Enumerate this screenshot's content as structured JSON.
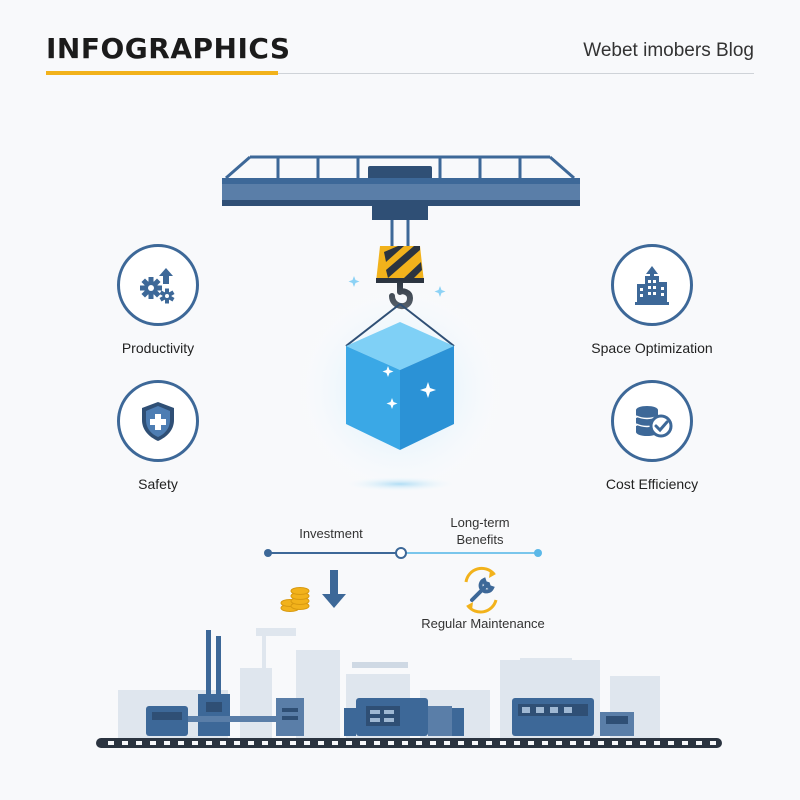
{
  "header": {
    "title": "INFOGRAPHICS",
    "blog": "Webet imobers Blog"
  },
  "features": {
    "productivity": "Productivity",
    "safety": "Safety",
    "space": "Space Optimization",
    "cost": "Cost Efficiency"
  },
  "timeline": {
    "investment": "Investment",
    "long_term_line1": "Long-term",
    "long_term_line2": "Benefits",
    "maintenance": "Regular Maintenance"
  },
  "colors": {
    "accent": "#f2b21b",
    "primary": "#3d6898",
    "cube": "#3aa8e6"
  }
}
